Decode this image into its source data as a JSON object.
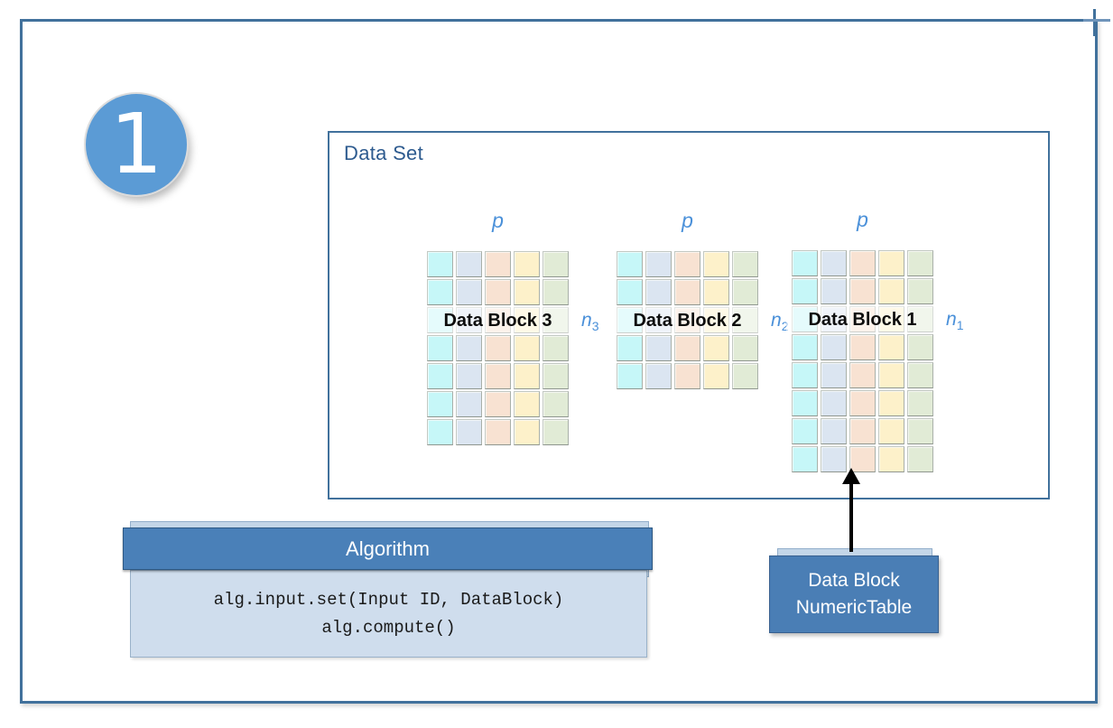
{
  "badge": {
    "number": "1"
  },
  "dataset": {
    "title": "Data Set",
    "dim_label": "p",
    "column_colors": [
      "#c6f7f8",
      "#dbe5f1",
      "#f8e2d2",
      "#fdf1ca",
      "#e1ebd6"
    ],
    "blocks": [
      {
        "name": "Data Block 3",
        "row_label_base": "n",
        "row_label_sub": "3",
        "rows": 7,
        "cols": 5,
        "label_row": 3
      },
      {
        "name": "Data Block 2",
        "row_label_base": "n",
        "row_label_sub": "2",
        "rows": 5,
        "cols": 5,
        "label_row": 3
      },
      {
        "name": "Data Block 1",
        "row_label_base": "n",
        "row_label_sub": "1",
        "rows": 8,
        "cols": 5,
        "label_row": 3
      }
    ]
  },
  "algorithm": {
    "title": "Algorithm",
    "code_lines": [
      "alg.input.set(Input ID, DataBlock)",
      "alg.compute()"
    ]
  },
  "numeric_table": {
    "line1": "Data Block",
    "line2": "NumericTable"
  },
  "colors": {
    "frame_border": "#41719c",
    "box_blue": "#4a80b8",
    "panel_light_blue": "#cfdded",
    "back_panel_blue": "#c4d6e8",
    "badge_fill": "#5b9bd5",
    "title_text": "#2e5b8f",
    "dimension_text": "#4a90d9",
    "arrow": "#000000"
  }
}
